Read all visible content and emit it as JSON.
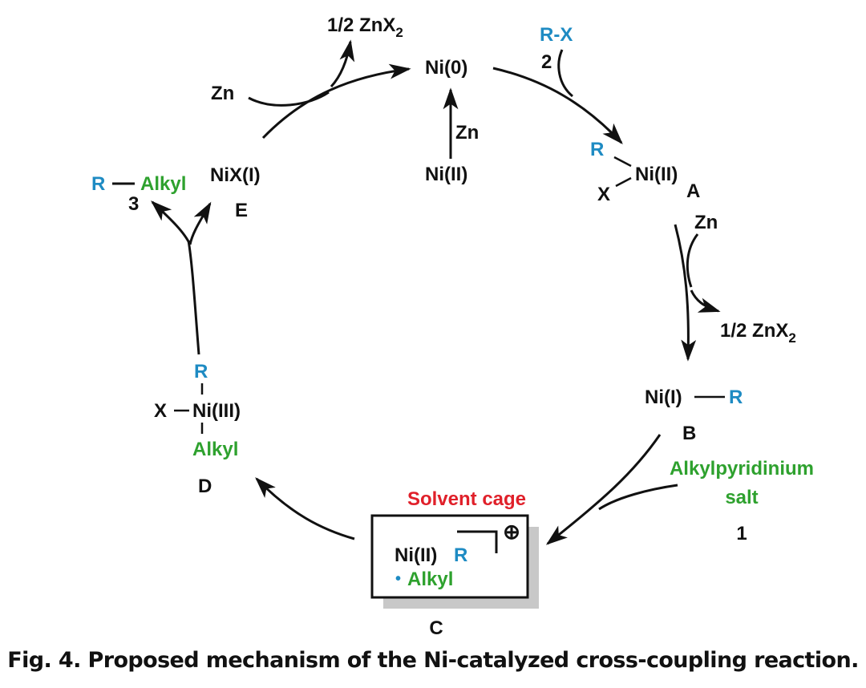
{
  "figure": {
    "caption": "Fig. 4. Proposed mechanism of the Ni-catalyzed cross-coupling reaction.",
    "colors": {
      "text": "#111111",
      "R_group": "#1e8bc3",
      "alkyl": "#2ea12e",
      "solvent_cage": "#e0202a",
      "shadow": "#c8c8c8"
    }
  },
  "species": {
    "ni0": {
      "label": "Ni(0)"
    },
    "ni2_precursor": {
      "label": "Ni(II)",
      "reagent": "Zn"
    },
    "A": {
      "id": "A",
      "metal": "Ni(II)",
      "ligand_R": "R",
      "ligand_X": "X"
    },
    "B": {
      "id": "B",
      "metal": "Ni(I)",
      "ligand_R": "R"
    },
    "C": {
      "id": "C",
      "cage_label": "Solvent cage",
      "metal": "Ni(II)",
      "ligand_R": "R",
      "radical_dot": "•",
      "radical": "Alkyl",
      "charge": "⊕"
    },
    "D": {
      "id": "D",
      "metal": "Ni(III)",
      "ligand_R": "R",
      "ligand_X": "X",
      "ligand_alkyl": "Alkyl"
    },
    "E": {
      "id": "E",
      "label": "NiX(I)"
    }
  },
  "reagents": {
    "aryl_halide": {
      "label": "R-X",
      "number": "2"
    },
    "zn_top_left": "Zn",
    "znx2_top_left": "1/2 ZnX",
    "znx2_top_left_sub": "2",
    "zn_right": "Zn",
    "znx2_right": "1/2 ZnX",
    "znx2_right_sub": "2",
    "pyridinium_line1": "Alkylpyridinium",
    "pyridinium_line2": "salt",
    "pyridinium_number": "1"
  },
  "product": {
    "R": "R",
    "alkyl": "Alkyl",
    "number": "3"
  }
}
